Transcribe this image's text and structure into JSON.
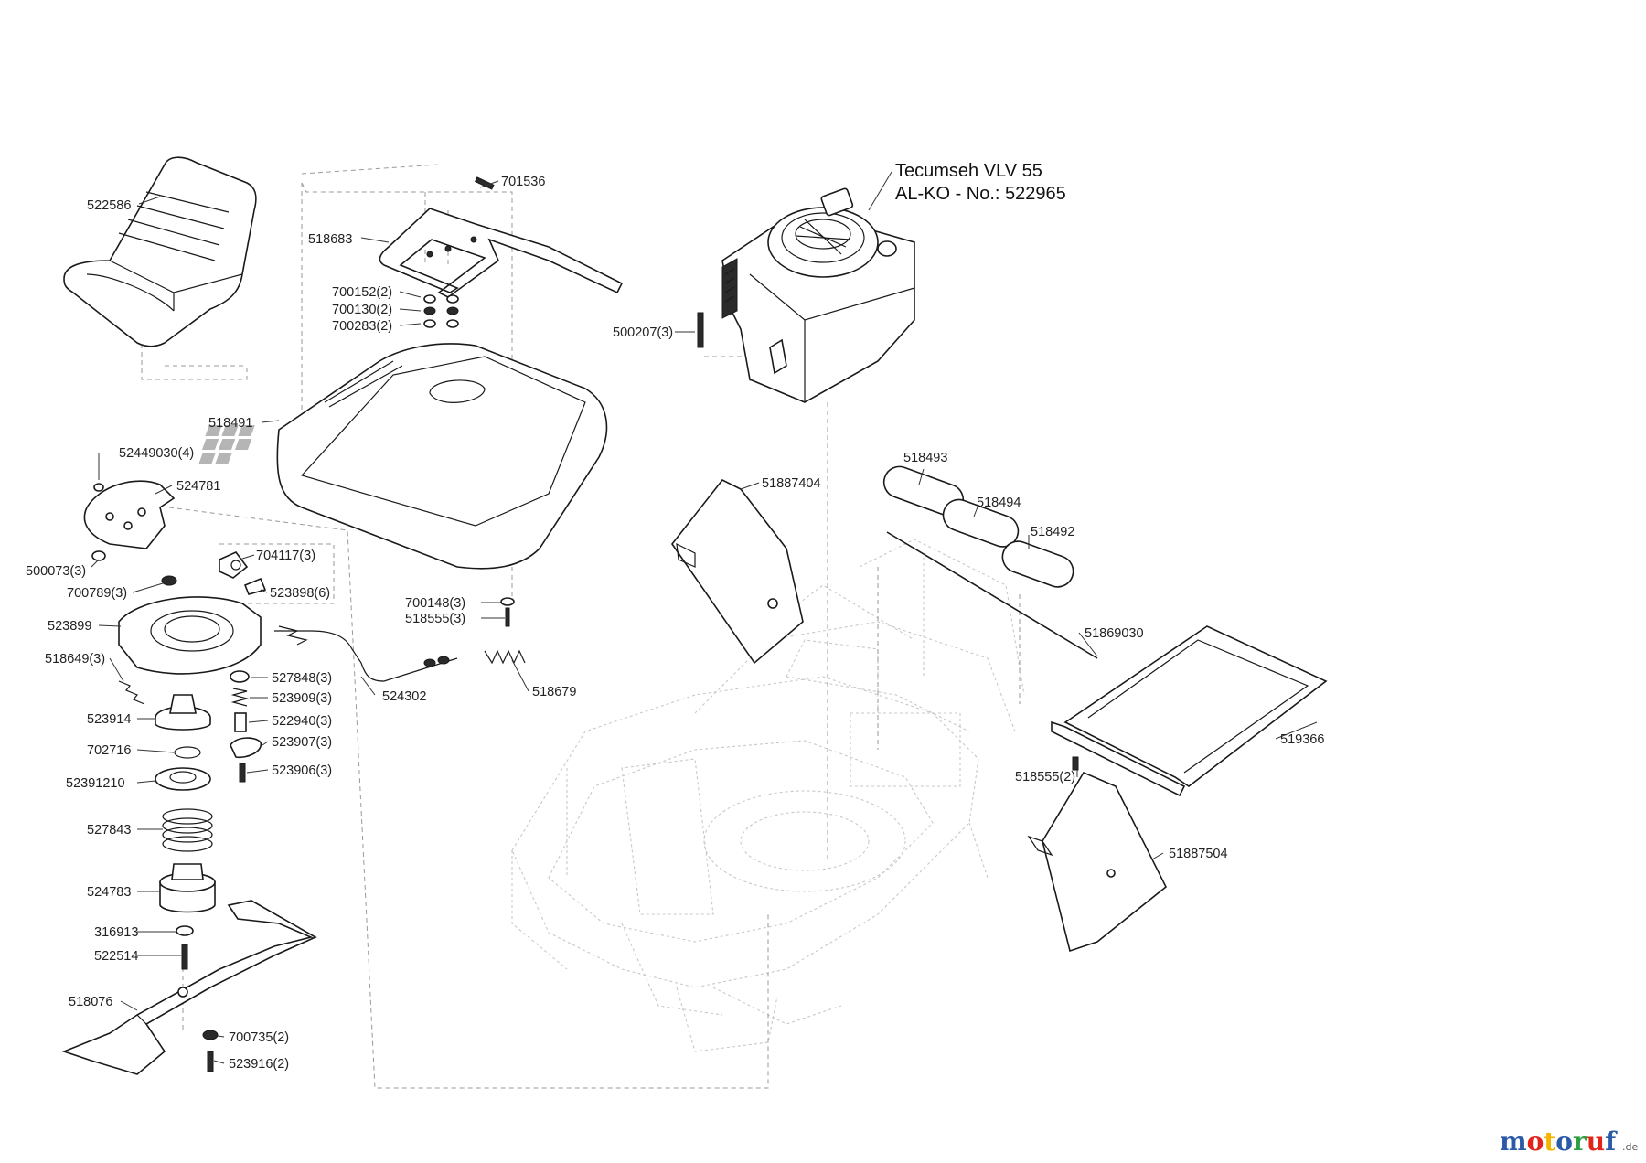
{
  "engine": {
    "name": "Tecumseh VLV 55",
    "number": "AL-KO - No.: 522965"
  },
  "labels": {
    "p701536": "701536",
    "p522586": "522586",
    "p518683": "518683",
    "p700152": "700152(2)",
    "p700130": "700130(2)",
    "p700283": "700283(2)",
    "p500207": "500207(3)",
    "p518491": "518491",
    "p52449030": "52449030(4)",
    "p524781": "524781",
    "p500073": "500073(3)",
    "p704117": "704117(3)",
    "p700789": "700789(3)",
    "p523898": "523898(6)",
    "p523899": "523899",
    "p518649": "518649(3)",
    "p700148": "700148(3)",
    "p518555a": "518555(3)",
    "p527848": "527848(3)",
    "p524302": "524302",
    "p518679": "518679",
    "p523909": "523909(3)",
    "p523914": "523914",
    "p522940": "522940(3)",
    "p523907": "523907(3)",
    "p702716": "702716",
    "p523906": "523906(3)",
    "p52391210": "52391210",
    "p527843": "527843",
    "p524783": "524783",
    "p316913": "316913",
    "p522514": "522514",
    "p518076": "518076",
    "p700735": "700735(2)",
    "p523916": "523916(2)",
    "p518493": "518493",
    "p51887404": "51887404",
    "p518494": "518494",
    "p518492": "518492",
    "p51869030": "51869030",
    "p519366": "519366",
    "p518555b": "518555(2)",
    "p51887504": "51887504"
  },
  "watermark": {
    "text": "motoruf",
    "suffix": ".de",
    "colors": [
      "#2b5aa8",
      "#e2231a",
      "#f4b400",
      "#2b5aa8",
      "#2e9e3e",
      "#e2231a",
      "#2b5aa8"
    ]
  }
}
